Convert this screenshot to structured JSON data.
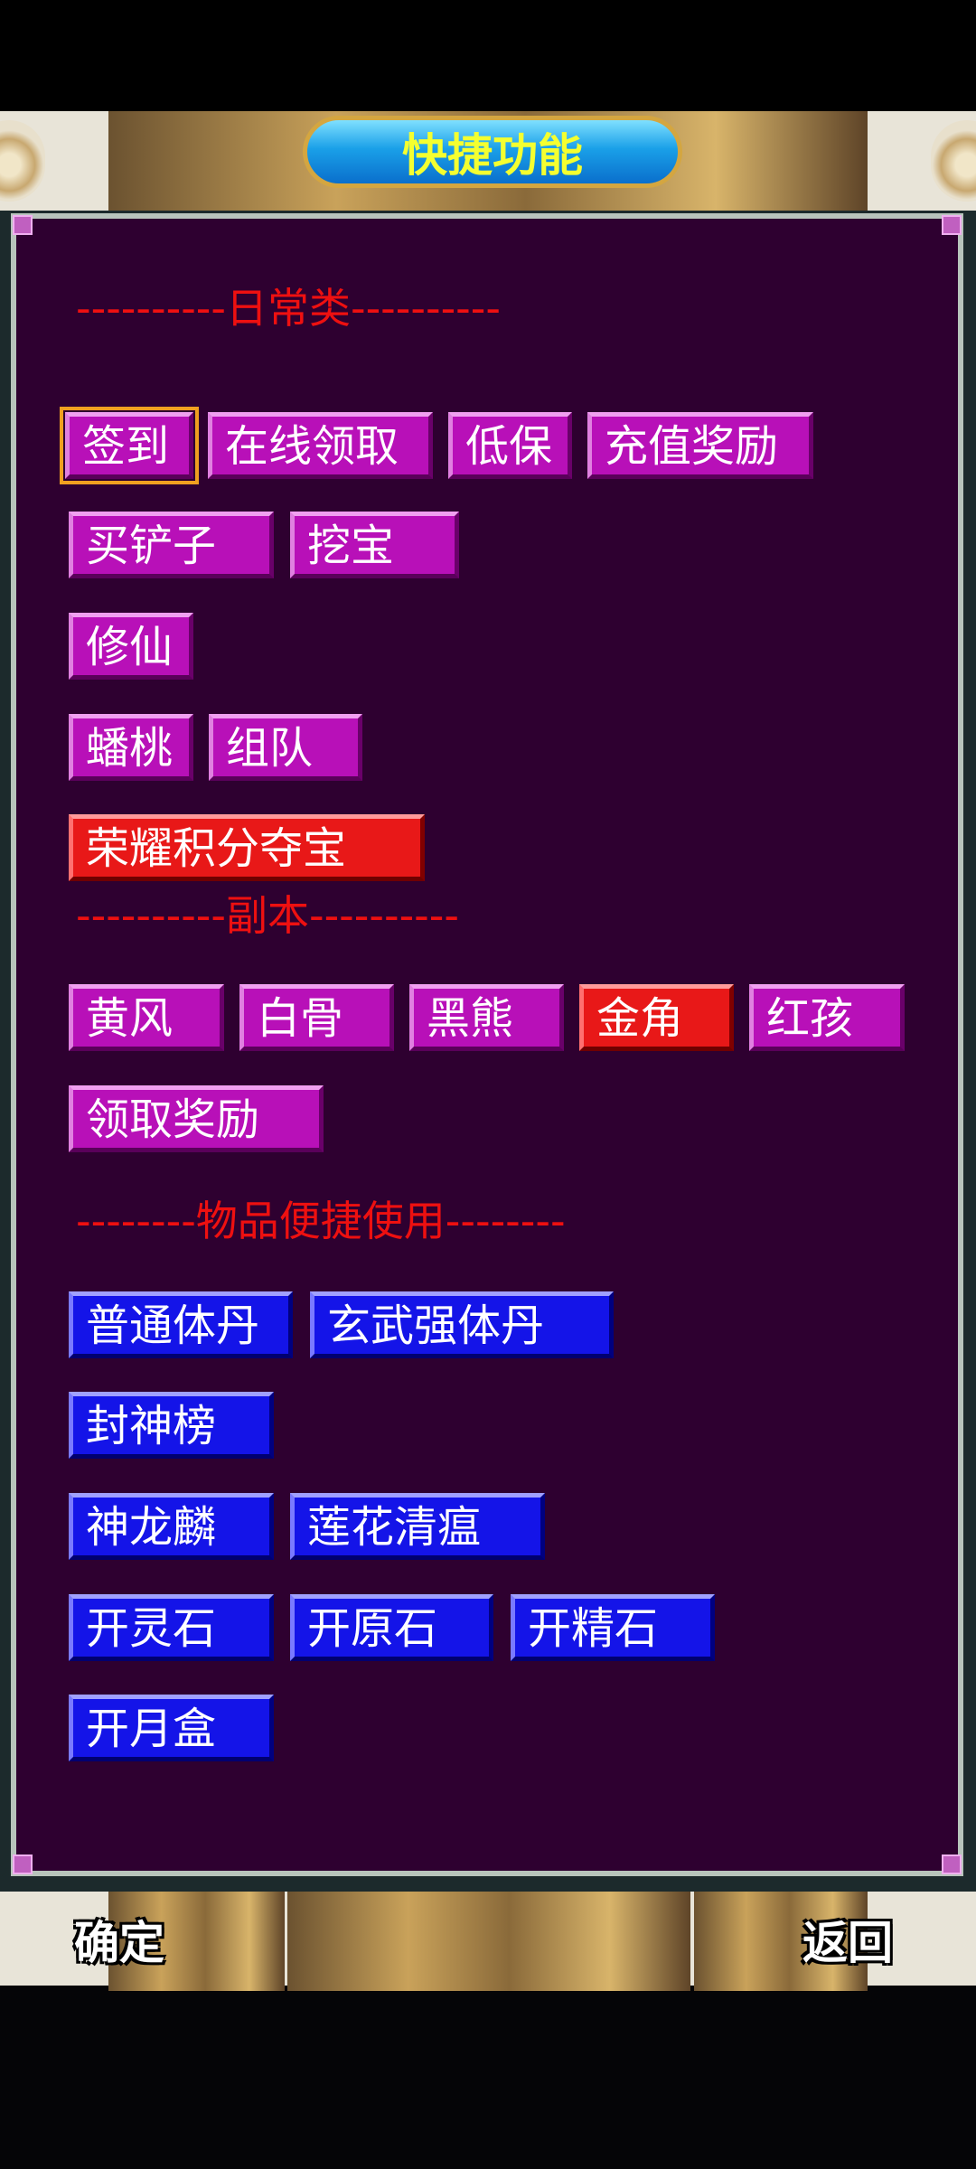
{
  "header": {
    "title": "快捷功能"
  },
  "sections": [
    {
      "label": "----------日常类----------",
      "buttons": [
        {
          "label": "签到",
          "color": "magenta",
          "selected": true
        },
        {
          "label": "在线领取",
          "color": "magenta"
        },
        {
          "label": "低保",
          "color": "magenta"
        },
        {
          "label": "充值奖励",
          "color": "magenta"
        },
        {
          "label": "买铲子",
          "color": "magenta"
        },
        {
          "label": "挖宝",
          "color": "magenta"
        },
        {
          "label": "修仙",
          "color": "magenta"
        },
        {
          "label": "蟠桃",
          "color": "magenta"
        },
        {
          "label": "组队",
          "color": "magenta"
        },
        {
          "label": "荣耀积分夺宝",
          "color": "red"
        }
      ]
    },
    {
      "label": "----------副本----------",
      "buttons": [
        {
          "label": "黄风",
          "color": "magenta"
        },
        {
          "label": "白骨",
          "color": "magenta"
        },
        {
          "label": "黑熊",
          "color": "magenta"
        },
        {
          "label": "金角",
          "color": "red"
        },
        {
          "label": "红孩",
          "color": "magenta"
        },
        {
          "label": "领取奖励",
          "color": "magenta"
        }
      ]
    },
    {
      "label": "--------物品便捷使用--------",
      "buttons": [
        {
          "label": "普通体丹",
          "color": "blue"
        },
        {
          "label": "玄武强体丹",
          "color": "blue"
        },
        {
          "label": "封神榜",
          "color": "blue"
        },
        {
          "label": "神龙麟",
          "color": "blue"
        },
        {
          "label": "莲花清瘟",
          "color": "blue"
        },
        {
          "label": "开灵石",
          "color": "blue"
        },
        {
          "label": "开原石",
          "color": "blue"
        },
        {
          "label": "开精石",
          "color": "blue"
        },
        {
          "label": "开月盒",
          "color": "blue"
        }
      ]
    }
  ],
  "footer": {
    "confirm": "确定",
    "back": "返回"
  }
}
